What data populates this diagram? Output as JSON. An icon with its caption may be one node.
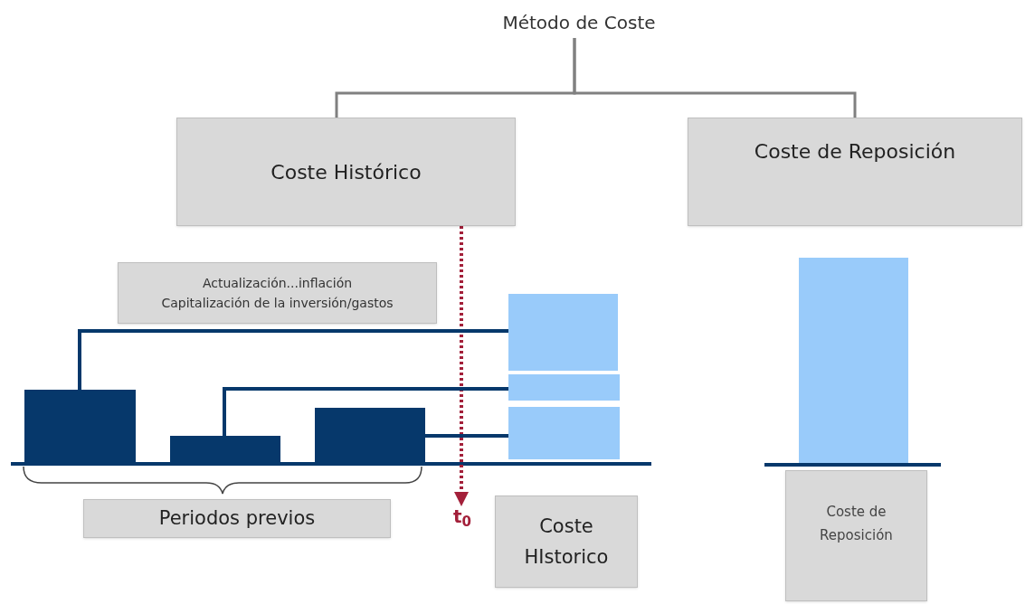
{
  "diagram": {
    "nodes": [
      {
        "text": [
          "Método de Coste"
        ]
      },
      {
        "text": [
          "Coste Histórico"
        ]
      },
      {
        "text": [
          "Coste de Reposición"
        ]
      },
      {
        "text": [
          "Actualización...inflación",
          "Capitalización de la inversión/gastos"
        ]
      },
      {
        "text": [],
        "shape": "bar"
      },
      {
        "text": [],
        "shape": "bar"
      },
      {
        "text": [],
        "shape": "bar"
      },
      {
        "text": [],
        "shape": "bar"
      },
      {
        "text": [],
        "shape": "bar"
      },
      {
        "text": [],
        "shape": "bar"
      },
      {
        "text": [],
        "shape": "bar"
      },
      {
        "text": [
          "Periodos previos"
        ]
      },
      {
        "text": [
          "t$_{0}$"
        ]
      },
      {
        "text": [
          "Coste HIstorico"
        ]
      },
      {
        "text": [
          "Coste de Reposición"
        ]
      }
    ],
    "edges": [
      {
        "from": 0,
        "to": 1,
        "arrow": "none",
        "color": "#808080"
      },
      {
        "from": 0,
        "to": 2,
        "arrow": "none",
        "color": "#808080"
      },
      {
        "from": 1,
        "to": 12,
        "arrow": "to",
        "style": "dashed",
        "color": "#a3203a"
      },
      {
        "from": 4,
        "to": 7,
        "arrow": "none"
      },
      {
        "from": 5,
        "to": 8,
        "arrow": "none"
      },
      {
        "from": 6,
        "to": 9,
        "arrow": "none"
      }
    ]
  }
}
